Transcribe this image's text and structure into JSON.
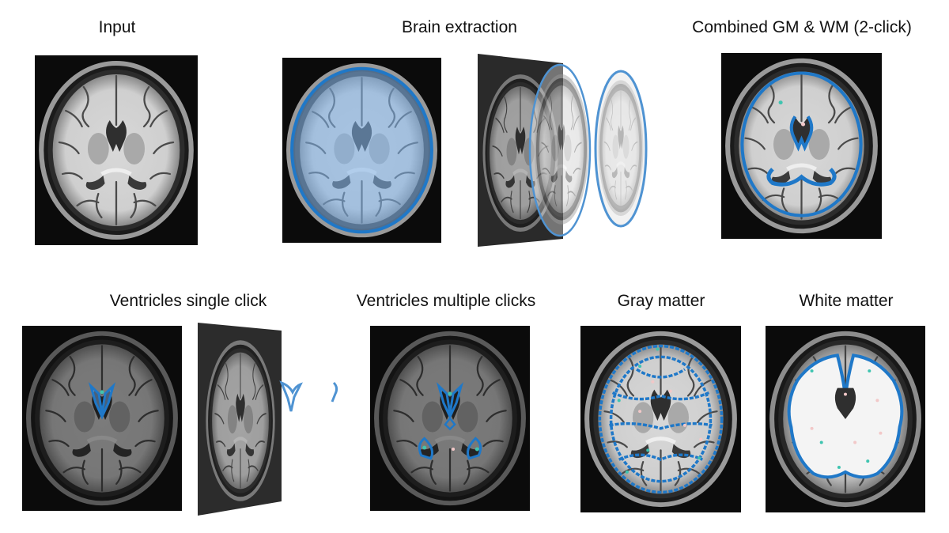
{
  "labels": {
    "input": "Input",
    "brain_extraction": "Brain extraction",
    "combined": "Combined GM & WM (2-click)",
    "ventricles_single": "Ventricles single click",
    "ventricles_multiple": "Ventricles multiple clicks",
    "gray_matter": "Gray matter",
    "white_matter": "White matter"
  },
  "colors": {
    "segmentation_outline": "#1f78c8",
    "segmentation_fill": "#7fb2ea",
    "positive_click": "#3fc4b0",
    "negative_click": "#f2c8c8"
  }
}
